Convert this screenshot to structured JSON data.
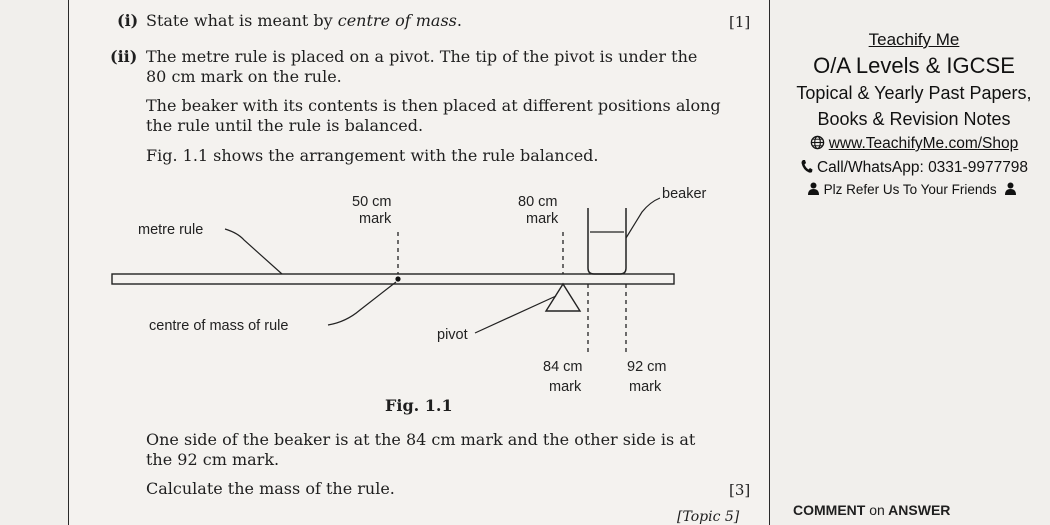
{
  "question": {
    "part_i_num": "(i)",
    "part_i_text_a": "State what is meant by ",
    "part_i_text_em": "centre of mass",
    "part_i_text_b": ".",
    "part_i_marks": "[1]",
    "part_ii_num": "(ii)",
    "part_ii_line1": "The metre rule is placed on a pivot. The tip of the pivot is under the",
    "part_ii_line2": "80 cm mark on the rule.",
    "para2_line1": "The beaker with its contents is then placed at different positions along",
    "para2_line2": "the rule until the rule is balanced.",
    "fig_intro": "Fig. 1.1 shows the arrangement with the rule balanced.",
    "after_line1": "One side of the beaker is at the 84 cm mark and the other side is at",
    "after_line2": "the 92 cm mark.",
    "calc": "Calculate the mass of the rule.",
    "calc_marks": "[3]",
    "topic": "[Topic 5]"
  },
  "figure": {
    "label_50_a": "50 cm",
    "label_50_b": "mark",
    "label_80_a": "80 cm",
    "label_80_b": "mark",
    "label_beaker": "beaker",
    "label_metre_rule": "metre rule",
    "label_centre": "centre of mass of rule",
    "label_pivot": "pivot",
    "label_84_a": "84 cm",
    "label_84_b": "mark",
    "label_92_a": "92 cm",
    "label_92_b": "mark",
    "caption": "Fig. 1.1"
  },
  "ad": {
    "brand": "Teachify Me",
    "levels": "O/A Levels & IGCSE",
    "line1": "Topical & Yearly Past Papers,",
    "line2": "Books & Revision Notes",
    "shop": "www.TeachifyMe.com/Shop",
    "call": "Call/WhatsApp: 0331-9977798",
    "refer": "Plz Refer Us To Your Friends"
  },
  "footer": {
    "comment_a": "COMMENT",
    "comment_on": "on",
    "comment_b": "ANSWER"
  },
  "icons": {
    "globe": "globe-icon",
    "phone": "phone-icon",
    "person": "person-icon"
  }
}
